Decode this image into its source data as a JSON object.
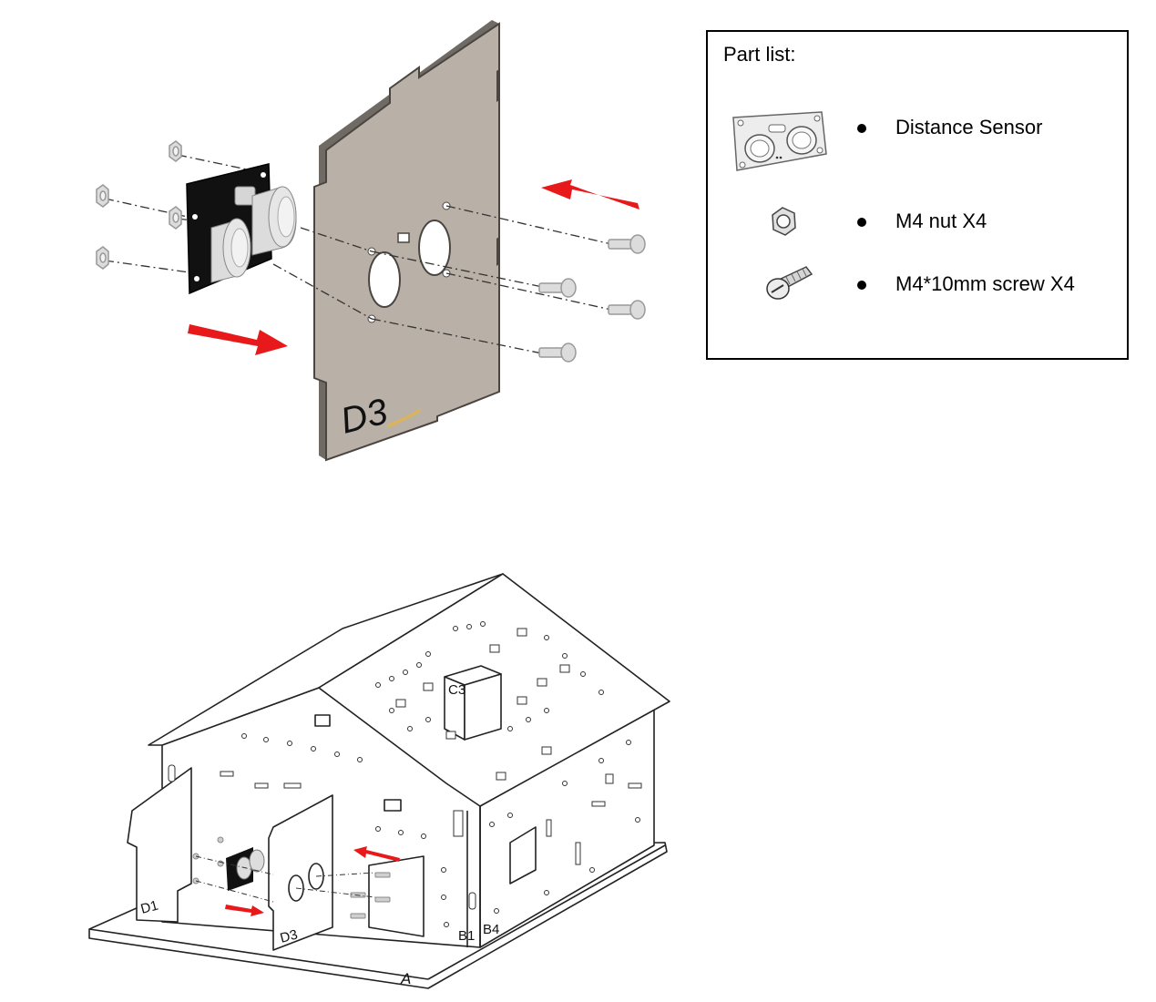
{
  "part_list": {
    "title": "Part list:",
    "items": [
      {
        "label": "Distance Sensor",
        "icon": "distance-sensor-icon"
      },
      {
        "label": "M4 nut X4",
        "icon": "nut-icon"
      },
      {
        "label": "M4*10mm screw X4",
        "icon": "screw-icon"
      }
    ]
  },
  "top_diagram": {
    "panel_label": "D3"
  },
  "house_diagram": {
    "labels": {
      "c3": "C3",
      "d1": "D1",
      "d3": "D3",
      "b1": "B1",
      "b4": "B4",
      "a": "A"
    }
  },
  "colors": {
    "arrow": "#e8191b",
    "panel": "#b9b1a8",
    "panel_edge": "#4a4540",
    "sensor_board": "#111111",
    "hardware": "#d8d8d8"
  }
}
